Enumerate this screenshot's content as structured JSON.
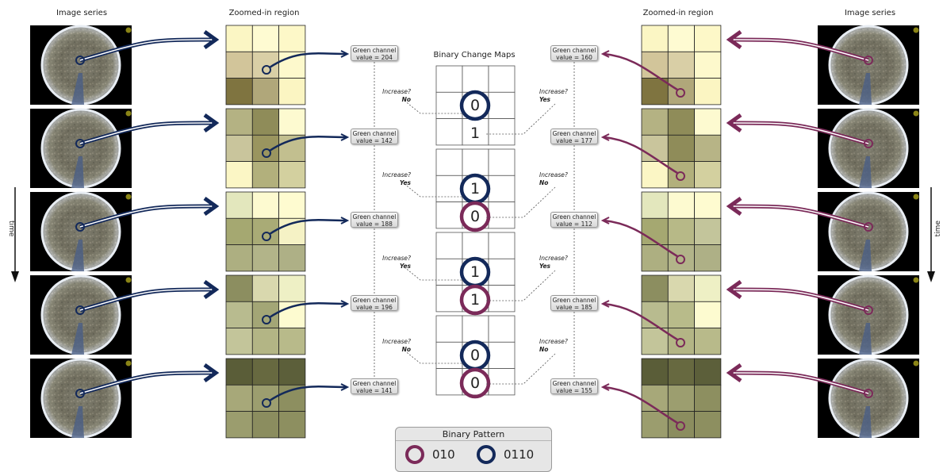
{
  "headers": {
    "image_series_left": "Image series",
    "zoomed_left": "Zoomed-in region",
    "zoomed_right": "Zoomed-in region",
    "image_series_right": "Image series",
    "binary_maps": "Binary Change Maps"
  },
  "time_label": "time",
  "colors": {
    "left_pattern": "#13295a",
    "right_pattern": "#7b2a59"
  },
  "green_left": [
    {
      "line1": "Green channel",
      "line2": "value = 204"
    },
    {
      "line1": "Green channel",
      "line2": "value = 142"
    },
    {
      "line1": "Green channel",
      "line2": "value = 188"
    },
    {
      "line1": "Green channel",
      "line2": "value = 196"
    },
    {
      "line1": "Green channel",
      "line2": "value = 141"
    }
  ],
  "green_right": [
    {
      "line1": "Green channel",
      "line2": "value = 160"
    },
    {
      "line1": "Green channel",
      "line2": "value = 177"
    },
    {
      "line1": "Green channel",
      "line2": "value = 112"
    },
    {
      "line1": "Green channel",
      "line2": "value = 185"
    },
    {
      "line1": "Green channel",
      "line2": "value = 155"
    }
  ],
  "increase_left": [
    {
      "q": "Increase?",
      "a": "No"
    },
    {
      "q": "Increase?",
      "a": "Yes"
    },
    {
      "q": "Increase?",
      "a": "Yes"
    },
    {
      "q": "Increase?",
      "a": "No"
    }
  ],
  "increase_right": [
    {
      "q": "Increase?",
      "a": "Yes"
    },
    {
      "q": "Increase?",
      "a": "No"
    },
    {
      "q": "Increase?",
      "a": "Yes"
    },
    {
      "q": "Increase?",
      "a": "No"
    }
  ],
  "maps": [
    {
      "top": "0",
      "bottom": "1"
    },
    {
      "top": "1",
      "bottom": "0"
    },
    {
      "top": "1",
      "bottom": "1"
    },
    {
      "top": "0",
      "bottom": "0"
    }
  ],
  "zoom_left": [
    [
      "#fbf6c4",
      "#fefbd2",
      "#fdf8c8",
      "#d2c59a",
      "#d9cfa6",
      "#fdf9cc",
      "#7f7440",
      "#b0a77a",
      "#fbf5c2"
    ],
    [
      "#b4b283",
      "#8f8c59",
      "#fdfad0",
      "#c9c59c",
      "#9a955f",
      "#c2bf8f",
      "#fbf6c5",
      "#b2b07c",
      "#d3d09f"
    ],
    [
      "#e3e7bd",
      "#fdfad0",
      "#fefbd0",
      "#a5a871",
      "#a9ab76",
      "#f5f2c5",
      "#adaf81",
      "#b2b489",
      "#aeb086"
    ],
    [
      "#8c8e60",
      "#d9d8ae",
      "#eef0c5",
      "#b8bb8f",
      "#a3a676",
      "#fdfbd0",
      "#c3c59a",
      "#b3b585",
      "#b8ba8a"
    ],
    [
      "#5a5d38",
      "#676940",
      "#5c5f3a",
      "#a7a879",
      "#9c9e6f",
      "#8d8f60",
      "#9b9d6e",
      "#8b8d5f",
      "#8d8f60"
    ]
  ],
  "zoom_right": [
    [
      "#fbf6c4",
      "#fefbd2",
      "#fdf8c8",
      "#d2c59a",
      "#d9cfa6",
      "#fdf9cc",
      "#7f7440",
      "#b0a77a",
      "#fbf5c2"
    ],
    [
      "#b4b283",
      "#8f8c59",
      "#fdfad0",
      "#c9c59c",
      "#8f8c59",
      "#b7b486",
      "#fbf6c5",
      "#b2b07c",
      "#d3d09f"
    ],
    [
      "#e3e7bd",
      "#fdfad0",
      "#fefbd0",
      "#a5a871",
      "#b7b987",
      "#c3c59b",
      "#adaf81",
      "#b2b489",
      "#aeb086"
    ],
    [
      "#8c8e60",
      "#d9d8ae",
      "#eef0c5",
      "#b8bb8f",
      "#b8bb8a",
      "#fdfbd0",
      "#c3c59a",
      "#b3b585",
      "#b8ba8a"
    ],
    [
      "#5a5d38",
      "#676940",
      "#5c5f3a",
      "#a7a879",
      "#9c9e6f",
      "#8d8f60",
      "#9b9d6e",
      "#8b8d5f",
      "#8d8f60"
    ]
  ],
  "legend": {
    "title": "Binary Pattern",
    "right_pattern_label": "010",
    "left_pattern_label": "0110"
  }
}
